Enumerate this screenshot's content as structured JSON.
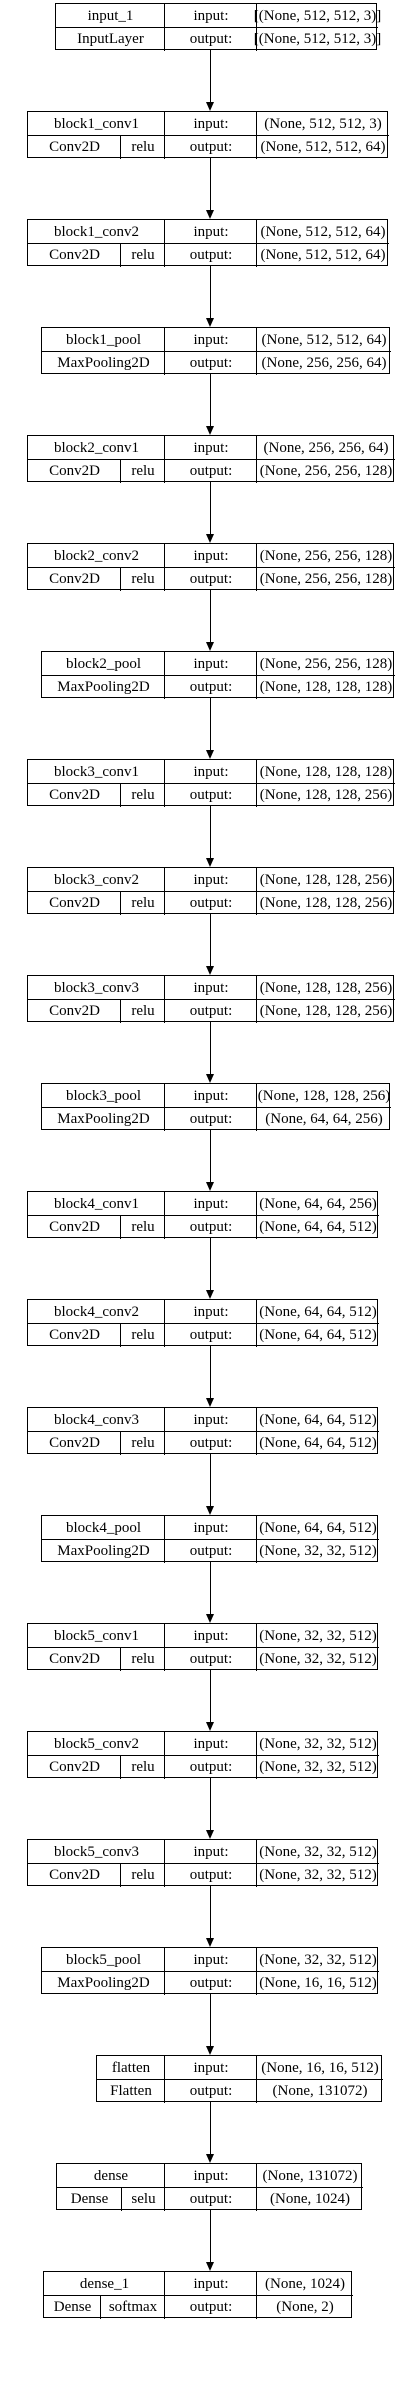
{
  "input_label": "input:",
  "output_label": "output:",
  "layers": [
    {
      "name": "input_1",
      "type": "InputLayer",
      "activation": null,
      "input_shape": "[(None, 512, 512, 3)]",
      "output_shape": "[(None, 512, 512, 3)]"
    },
    {
      "name": "block1_conv1",
      "type": "Conv2D",
      "activation": "relu",
      "input_shape": "(None, 512, 512, 3)",
      "output_shape": "(None, 512, 512, 64)"
    },
    {
      "name": "block1_conv2",
      "type": "Conv2D",
      "activation": "relu",
      "input_shape": "(None, 512, 512, 64)",
      "output_shape": "(None, 512, 512, 64)"
    },
    {
      "name": "block1_pool",
      "type": "MaxPooling2D",
      "activation": null,
      "input_shape": "(None, 512, 512, 64)",
      "output_shape": "(None, 256, 256, 64)"
    },
    {
      "name": "block2_conv1",
      "type": "Conv2D",
      "activation": "relu",
      "input_shape": "(None, 256, 256, 64)",
      "output_shape": "(None, 256, 256, 128)"
    },
    {
      "name": "block2_conv2",
      "type": "Conv2D",
      "activation": "relu",
      "input_shape": "(None, 256, 256, 128)",
      "output_shape": "(None, 256, 256, 128)"
    },
    {
      "name": "block2_pool",
      "type": "MaxPooling2D",
      "activation": null,
      "input_shape": "(None, 256, 256, 128)",
      "output_shape": "(None, 128, 128, 128)"
    },
    {
      "name": "block3_conv1",
      "type": "Conv2D",
      "activation": "relu",
      "input_shape": "(None, 128, 128, 128)",
      "output_shape": "(None, 128, 128, 256)"
    },
    {
      "name": "block3_conv2",
      "type": "Conv2D",
      "activation": "relu",
      "input_shape": "(None, 128, 128, 256)",
      "output_shape": "(None, 128, 128, 256)"
    },
    {
      "name": "block3_conv3",
      "type": "Conv2D",
      "activation": "relu",
      "input_shape": "(None, 128, 128, 256)",
      "output_shape": "(None, 128, 128, 256)"
    },
    {
      "name": "block3_pool",
      "type": "MaxPooling2D",
      "activation": null,
      "input_shape": "(None, 128, 128, 256)",
      "output_shape": "(None, 64, 64, 256)"
    },
    {
      "name": "block4_conv1",
      "type": "Conv2D",
      "activation": "relu",
      "input_shape": "(None, 64, 64, 256)",
      "output_shape": "(None, 64, 64, 512)"
    },
    {
      "name": "block4_conv2",
      "type": "Conv2D",
      "activation": "relu",
      "input_shape": "(None, 64, 64, 512)",
      "output_shape": "(None, 64, 64, 512)"
    },
    {
      "name": "block4_conv3",
      "type": "Conv2D",
      "activation": "relu",
      "input_shape": "(None, 64, 64, 512)",
      "output_shape": "(None, 64, 64, 512)"
    },
    {
      "name": "block4_pool",
      "type": "MaxPooling2D",
      "activation": null,
      "input_shape": "(None, 64, 64, 512)",
      "output_shape": "(None, 32, 32, 512)"
    },
    {
      "name": "block5_conv1",
      "type": "Conv2D",
      "activation": "relu",
      "input_shape": "(None, 32, 32, 512)",
      "output_shape": "(None, 32, 32, 512)"
    },
    {
      "name": "block5_conv2",
      "type": "Conv2D",
      "activation": "relu",
      "input_shape": "(None, 32, 32, 512)",
      "output_shape": "(None, 32, 32, 512)"
    },
    {
      "name": "block5_conv3",
      "type": "Conv2D",
      "activation": "relu",
      "input_shape": "(None, 32, 32, 512)",
      "output_shape": "(None, 32, 32, 512)"
    },
    {
      "name": "block5_pool",
      "type": "MaxPooling2D",
      "activation": null,
      "input_shape": "(None, 32, 32, 512)",
      "output_shape": "(None, 16, 16, 512)"
    },
    {
      "name": "flatten",
      "type": "Flatten",
      "activation": null,
      "input_shape": "(None, 16, 16, 512)",
      "output_shape": "(None, 131072)"
    },
    {
      "name": "dense",
      "type": "Dense",
      "activation": "selu",
      "input_shape": "(None, 131072)",
      "output_shape": "(None, 1024)"
    },
    {
      "name": "dense_1",
      "type": "Dense",
      "activation": "softmax",
      "input_shape": "(None, 1024)",
      "output_shape": "(None, 2)"
    }
  ]
}
